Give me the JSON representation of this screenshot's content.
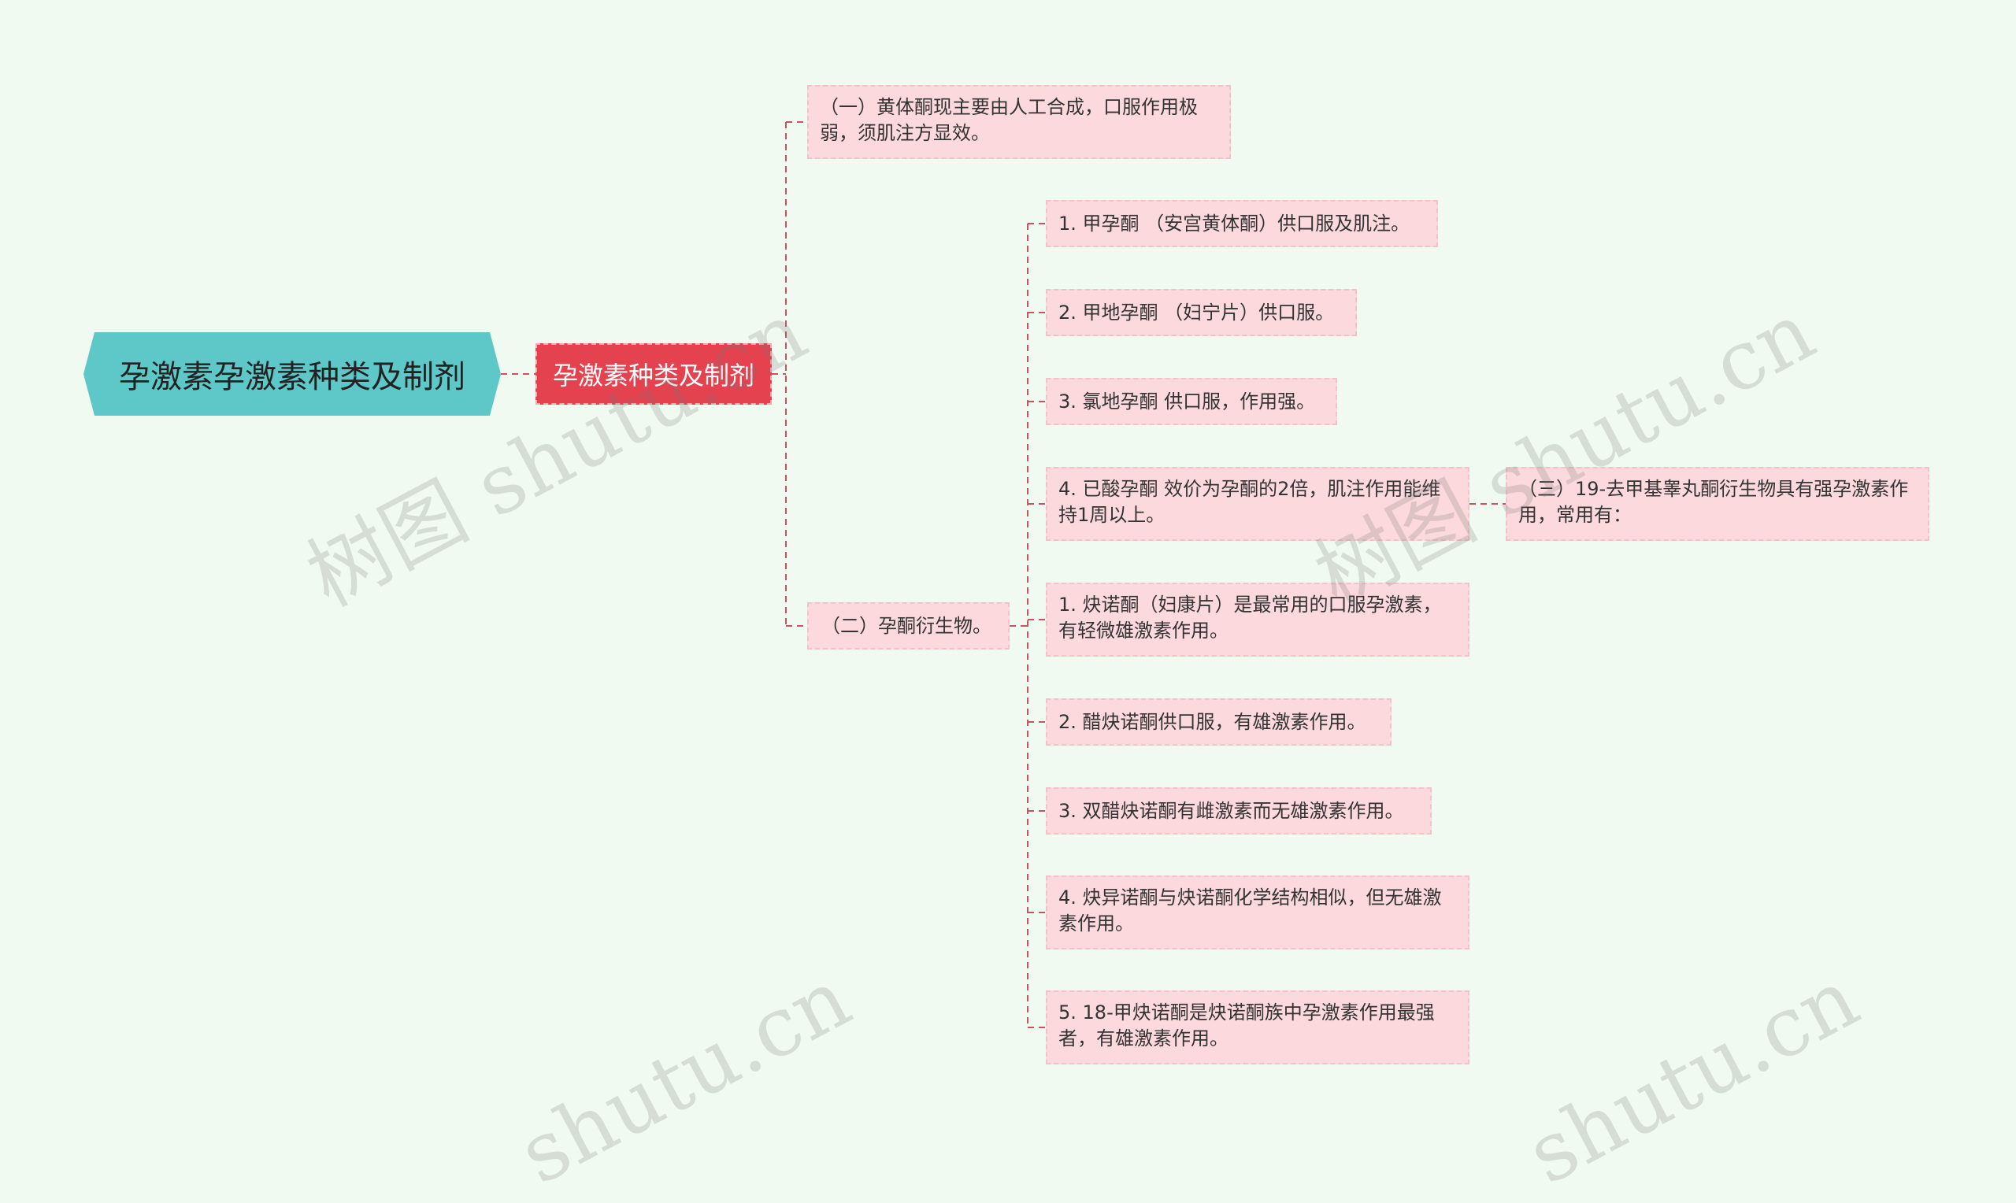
{
  "root": {
    "label": "孕激素孕激素种类及制剂",
    "color": "#5ec8c8"
  },
  "main": {
    "label": "孕激素种类及制剂",
    "color": "#e5424f"
  },
  "branch1": {
    "label": "（一）黄体酮现主要由人工合成，口服作用极弱，须肌注方显效。"
  },
  "branch2": {
    "label": "（二）孕酮衍生物。",
    "items": [
      "1. 甲孕酮 （安宫黄体酮）供口服及肌注。",
      "2. 甲地孕酮 （妇宁片）供口服。",
      "3. 氯地孕酮 供口服，作用强。",
      "4. 已酸孕酮 效价为孕酮的2倍，肌注作用能维持1周以上。",
      "1. 炔诺酮（妇康片）是最常用的口服孕激素，有轻微雄激素作用。",
      "2. 醋炔诺酮供口服，有雄激素作用。",
      "3. 双醋炔诺酮有雌激素而无雄激素作用。",
      "4. 炔异诺酮与炔诺酮化学结构相似，但无雄激素作用。",
      "5. 18-甲炔诺酮是炔诺酮族中孕激素作用最强者，有雄激素作用。"
    ],
    "sub_of_item_4": "（三）19-去甲基睾丸酮衍生物具有强孕激素作用，常用有："
  },
  "watermark": [
    "树图 shutu.cn",
    "树图 shutu.cn",
    "shutu.cn",
    "shutu.cn"
  ],
  "colors": {
    "background": "#f1faf0",
    "node_fill": "#fcd9dc",
    "connector": "#c9535e"
  }
}
